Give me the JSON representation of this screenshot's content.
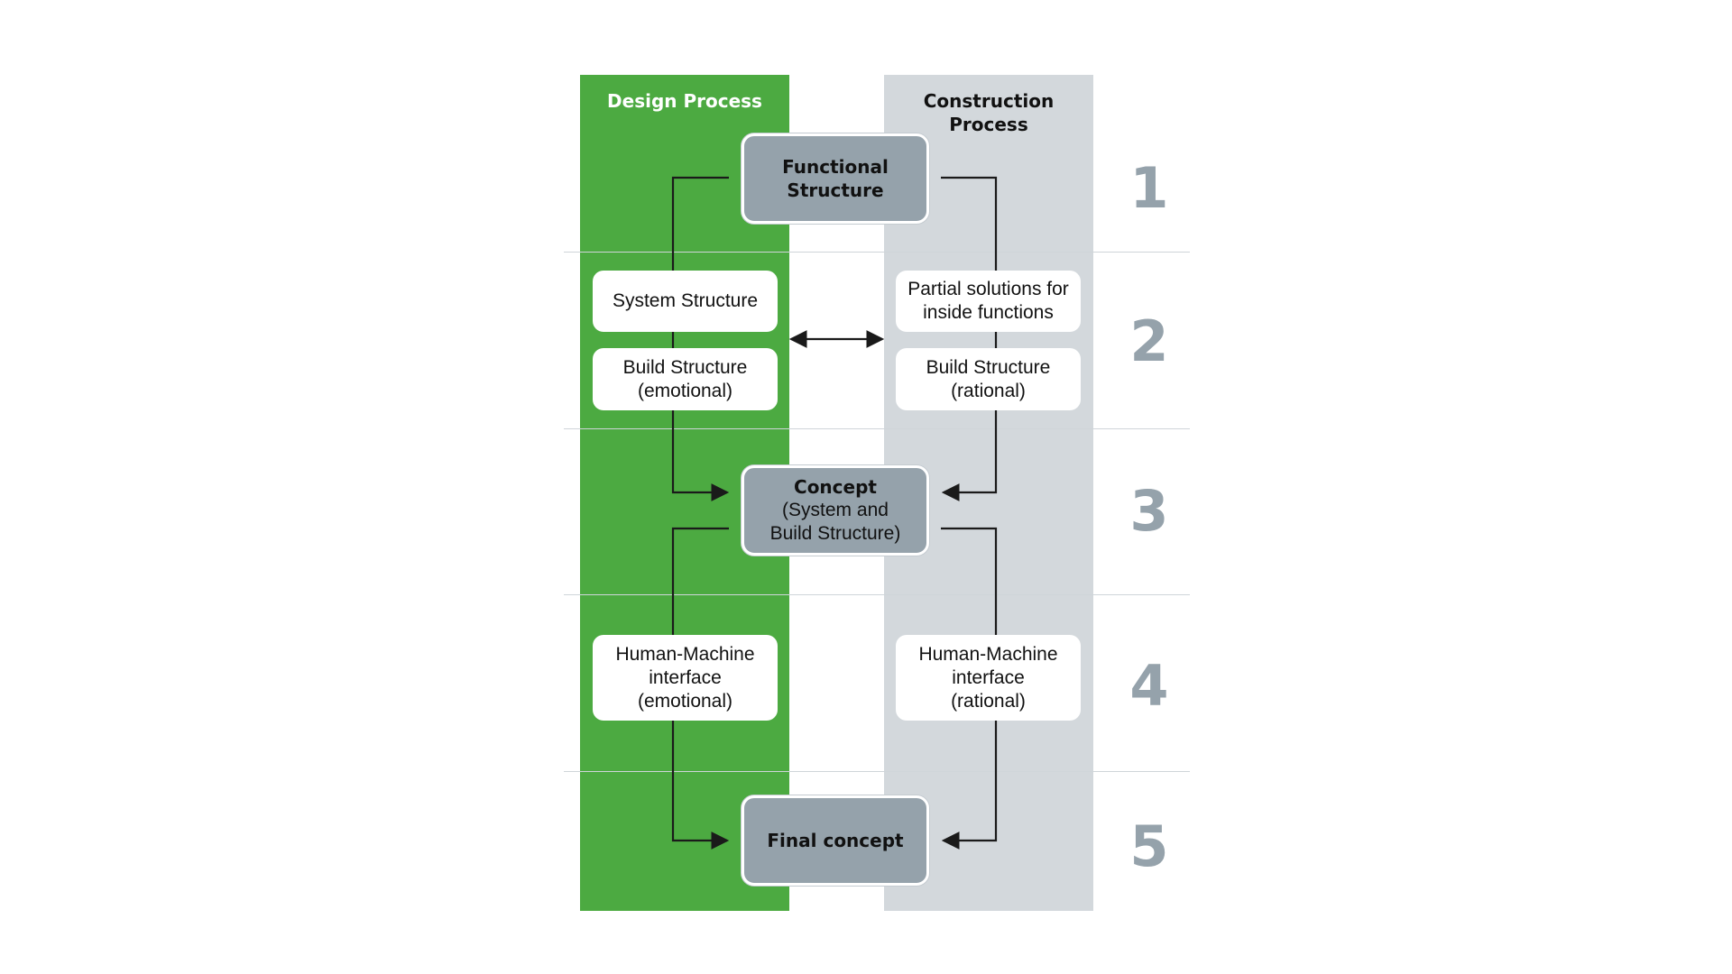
{
  "colors": {
    "design_lane": "#4caa41",
    "construction_lane": "#d3d8dc",
    "highlight_box": "#95a2ab",
    "step_number": "#95a2ab",
    "connector": "#1a1a1a"
  },
  "lanes": {
    "design": {
      "title": "Design Process"
    },
    "construction": {
      "title_line1": "Construction",
      "title_line2": "Process"
    }
  },
  "boxes": {
    "functional_structure": {
      "line1": "Functional",
      "line2": "Structure"
    },
    "system_structure": {
      "text": "System Structure"
    },
    "partial_solutions": {
      "line1": "Partial solutions for",
      "line2": "inside functions"
    },
    "build_structure_emotional": {
      "line1": "Build Structure",
      "line2": "(emotional)"
    },
    "build_structure_rational": {
      "line1": "Build Structure",
      "line2": "(rational)"
    },
    "concept": {
      "title": "Concept",
      "line2": "(System and",
      "line3": "Build Structure)"
    },
    "hmi_emotional": {
      "line1": "Human-Machine",
      "line2": "interface",
      "line3": "(emotional)"
    },
    "hmi_rational": {
      "line1": "Human-Machine",
      "line2": "interface",
      "line3": "(rational)"
    },
    "final_concept": {
      "text": "Final concept"
    }
  },
  "steps": [
    "1",
    "2",
    "3",
    "4",
    "5"
  ]
}
